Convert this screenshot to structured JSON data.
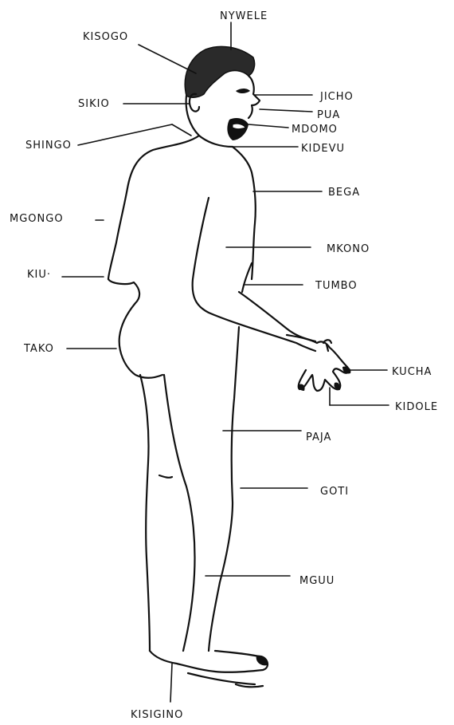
{
  "labels": {
    "nywele": "NYWELE",
    "kisogo": "KISOGO",
    "sikio": "SIKIO",
    "shingo": "SHINGO",
    "mgongo": "MGONGO",
    "kiuno": "KIU·",
    "tako": "TAKO",
    "jicho": "JICHO",
    "pua": "PUA",
    "mdomo": "MDOMO",
    "kidevu": "KIDEVU",
    "bega": "BEGA",
    "mkono": "MKONO",
    "tumbo": "TUMBO",
    "kucha": "KUCHA",
    "kidole": "KIDOLE",
    "paja": "PAJA",
    "goti": "GOTI",
    "mguu": "MGUU",
    "kisigino": "KISIGINO"
  }
}
